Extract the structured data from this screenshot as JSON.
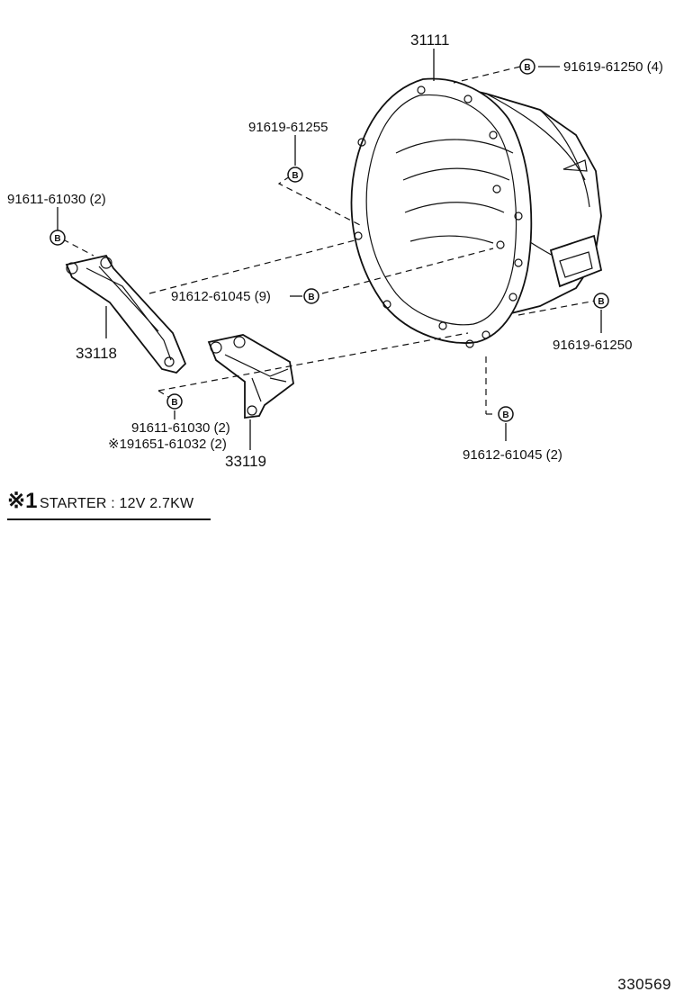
{
  "labels": {
    "housing": "31111",
    "bolt_top_right": "91619-61250 (4)",
    "bolt_top_left": "91619-61255",
    "bolt_left": "91611-61030 (2)",
    "bolt_middle": "91612-61045 (9)",
    "bracket_upper": "33118",
    "bolt_right": "91619-61250",
    "bolt_lower_1": "91611-61030 (2)",
    "bolt_lower_2": "※191651-61032 (2)",
    "bracket_lower": "33119",
    "bolt_bottom": "91612-61045 (2)",
    "bolt_symbol": "B"
  },
  "note": {
    "mark": "※1",
    "text": "STARTER : 12V  2.7KW"
  },
  "figure_code": "330569"
}
